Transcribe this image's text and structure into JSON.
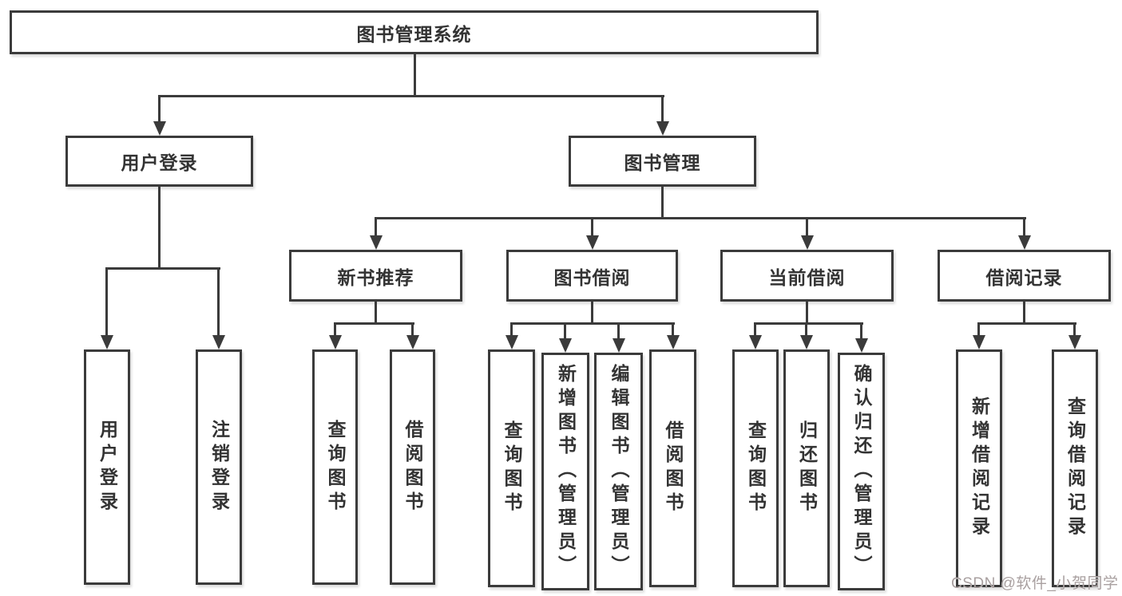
{
  "diagram": {
    "root": {
      "label": "图书管理系统"
    },
    "level2": {
      "user_login": {
        "label": "用户登录"
      },
      "book_management": {
        "label": "图书管理"
      }
    },
    "level3": {
      "new_book_recommend": {
        "label": "新书推荐"
      },
      "book_borrow": {
        "label": "图书借阅"
      },
      "current_borrow": {
        "label": "当前借阅"
      },
      "borrow_records": {
        "label": "借阅记录"
      }
    },
    "leaves": {
      "user_login": [
        "用户登录",
        "注销登录"
      ],
      "new_book_recommend": [
        "查询图书",
        "借阅图书"
      ],
      "book_borrow": [
        "查询图书",
        "新增图书（管理员）",
        "编辑图书（管理员）",
        "借阅图书"
      ],
      "current_borrow": [
        "查询图书",
        "归还图书",
        "确认归还（管理员）"
      ],
      "borrow_records": [
        "新增借阅记录",
        "查询借阅记录"
      ]
    }
  },
  "watermark": {
    "text": "CSDN @软件_小贺同学"
  },
  "colors": {
    "line": "#3b3b3b",
    "box_border": "#3b3b3b",
    "box_fill": "#ffffff",
    "text": "#333333",
    "watermark": "#a9a0a0",
    "background": "#ffffff"
  }
}
